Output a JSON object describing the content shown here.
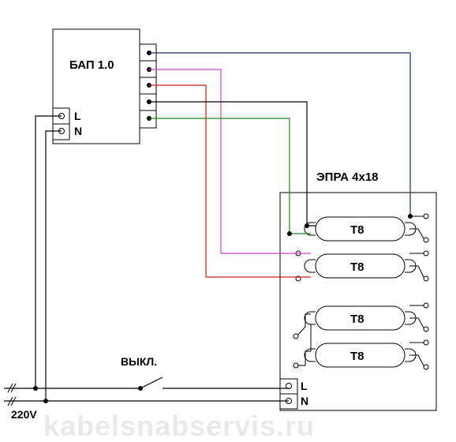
{
  "bap": {
    "title": "БАП 1.0",
    "l_label": "L",
    "n_label": "N"
  },
  "epra": {
    "title": "ЭПРА 4х18",
    "l_label": "L",
    "n_label": "N"
  },
  "lamps": [
    {
      "label": "T8"
    },
    {
      "label": "T8"
    },
    {
      "label": "T8"
    },
    {
      "label": "T8"
    }
  ],
  "switch": {
    "label": "ВЫКЛ."
  },
  "mains": {
    "label": "220V"
  },
  "watermark": "kabelsnabservis.ru",
  "colors": {
    "wire_black": "#000000",
    "wire_blue": "#1f2a6b",
    "wire_pink": "#cc44cc",
    "wire_red": "#c81e1e",
    "wire_green": "#1a8a1a"
  }
}
